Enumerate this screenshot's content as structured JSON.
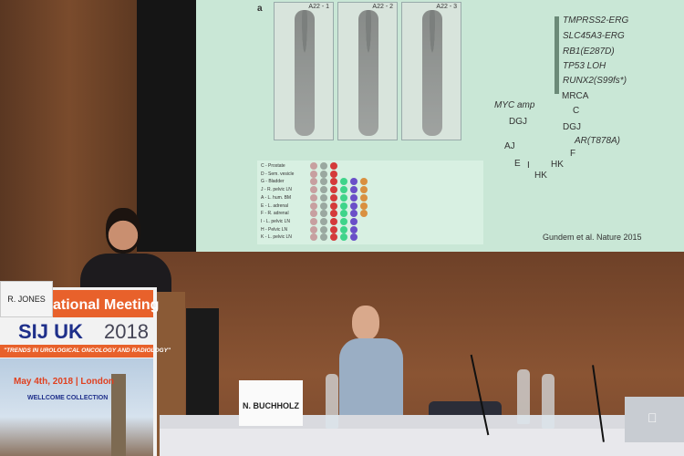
{
  "slide": {
    "scan_labels": [
      "A22 - 1",
      "A22 - 2",
      "A22 - 3"
    ],
    "panel_letter": "a",
    "table_rows": [
      "C - Prostate",
      "D - Sem. vesicle",
      "G - Bladder",
      "J - R. pelvic LN",
      "A - L. hum. BM",
      "E - L. adrenal",
      "F - R. adrenal",
      "I - L. pelvic LN",
      "H - Pelvic LN",
      "K - L. pelvic LN"
    ],
    "tree_genes": [
      "TMPRSS2-ERG",
      "SLC45A3-ERG",
      "RB1(E287D)",
      "TP53 LOH",
      "RUNX2(S99fs*)"
    ],
    "tree_labels": {
      "mrca": "MRCA",
      "myc": "MYC amp",
      "c": "C",
      "dgj1": "DGJ",
      "dgj2": "DGJ",
      "ar": "AR(T878A)",
      "aj": "AJ",
      "e": "E",
      "i": "I",
      "hk1": "HK",
      "hk2": "HK",
      "f": "F"
    },
    "citation": "Gundem et al. Nature 2015"
  },
  "banner": {
    "meeting": "ational Meeting",
    "title": "SIJ UK",
    "year": "2018",
    "tagline": "\"TRENDS IN UROLOGICAL ONCOLOGY AND RADIOLOGY\"",
    "date": "May 4th, 2018 | London",
    "venue": "WELLCOME COLLECTION"
  },
  "nameplates": {
    "speaker": "R. JONES",
    "panelist": "N. BUCHHOLZ"
  },
  "colors": {
    "screen": "#c9e7d6",
    "orange": "#e8612b",
    "navy": "#1e2f8a",
    "wood": "#7a4a2e"
  }
}
